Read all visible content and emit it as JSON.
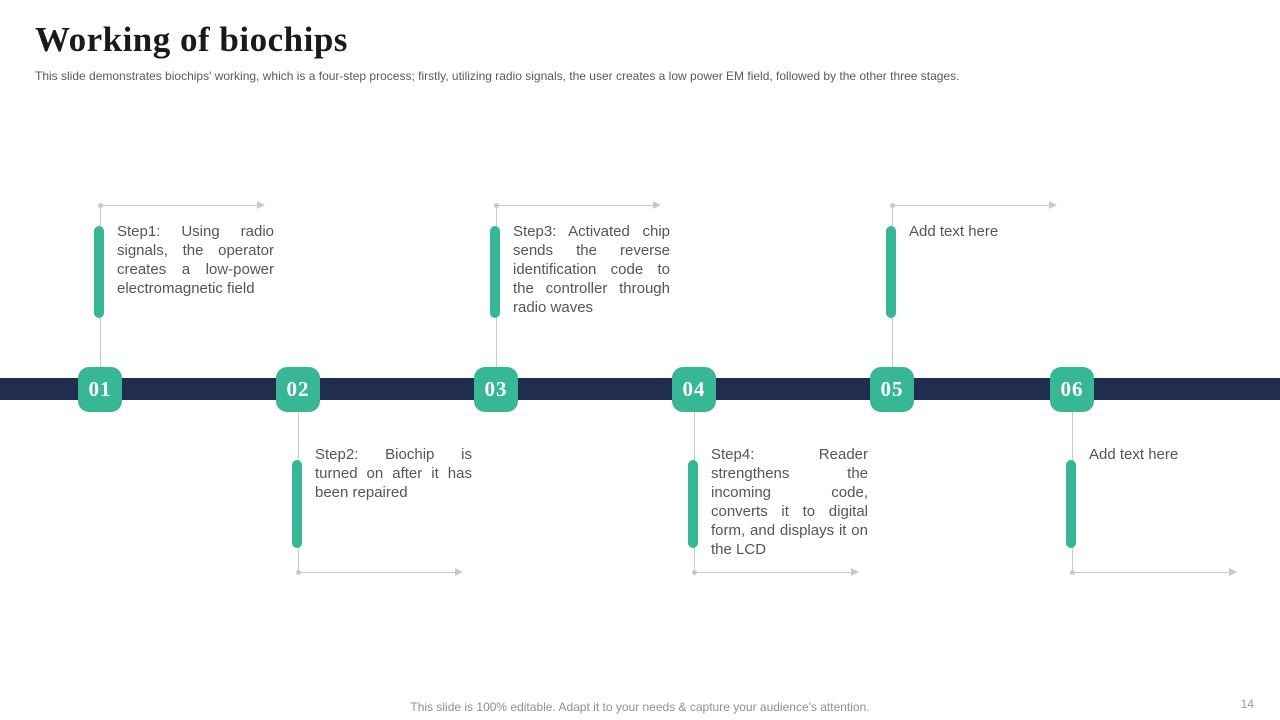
{
  "slide": {
    "title": "Working of biochips",
    "subtitle": "This slide demonstrates biochips' working, which is a four-step process; firstly, utilizing radio signals, the user creates a low power EM field, followed by the other three stages.",
    "footer": "This slide is 100% editable. Adapt it to your needs & capture your audience's attention.",
    "page_number": "14"
  },
  "timeline": {
    "items": [
      {
        "number": "01",
        "position": "above",
        "text": "Step1: Using radio signals, the operator creates a low-power electromagnetic field"
      },
      {
        "number": "02",
        "position": "below",
        "text": "Step2: Biochip is turned on after it has been repaired"
      },
      {
        "number": "03",
        "position": "above",
        "text": "Step3: Activated chip sends the reverse identification code to the controller through radio waves"
      },
      {
        "number": "04",
        "position": "below",
        "text": "Step4: Reader strengthens the incoming code, converts it to digital form, and displays it on the LCD"
      },
      {
        "number": "05",
        "position": "above",
        "text": "Add text here"
      },
      {
        "number": "06",
        "position": "below",
        "text": "Add text here"
      }
    ]
  },
  "colors": {
    "accent": "#38B796",
    "bar": "#202C50",
    "connector": "#C9C9C9",
    "step_text": "#555555",
    "muted": "#8F8F8F"
  }
}
